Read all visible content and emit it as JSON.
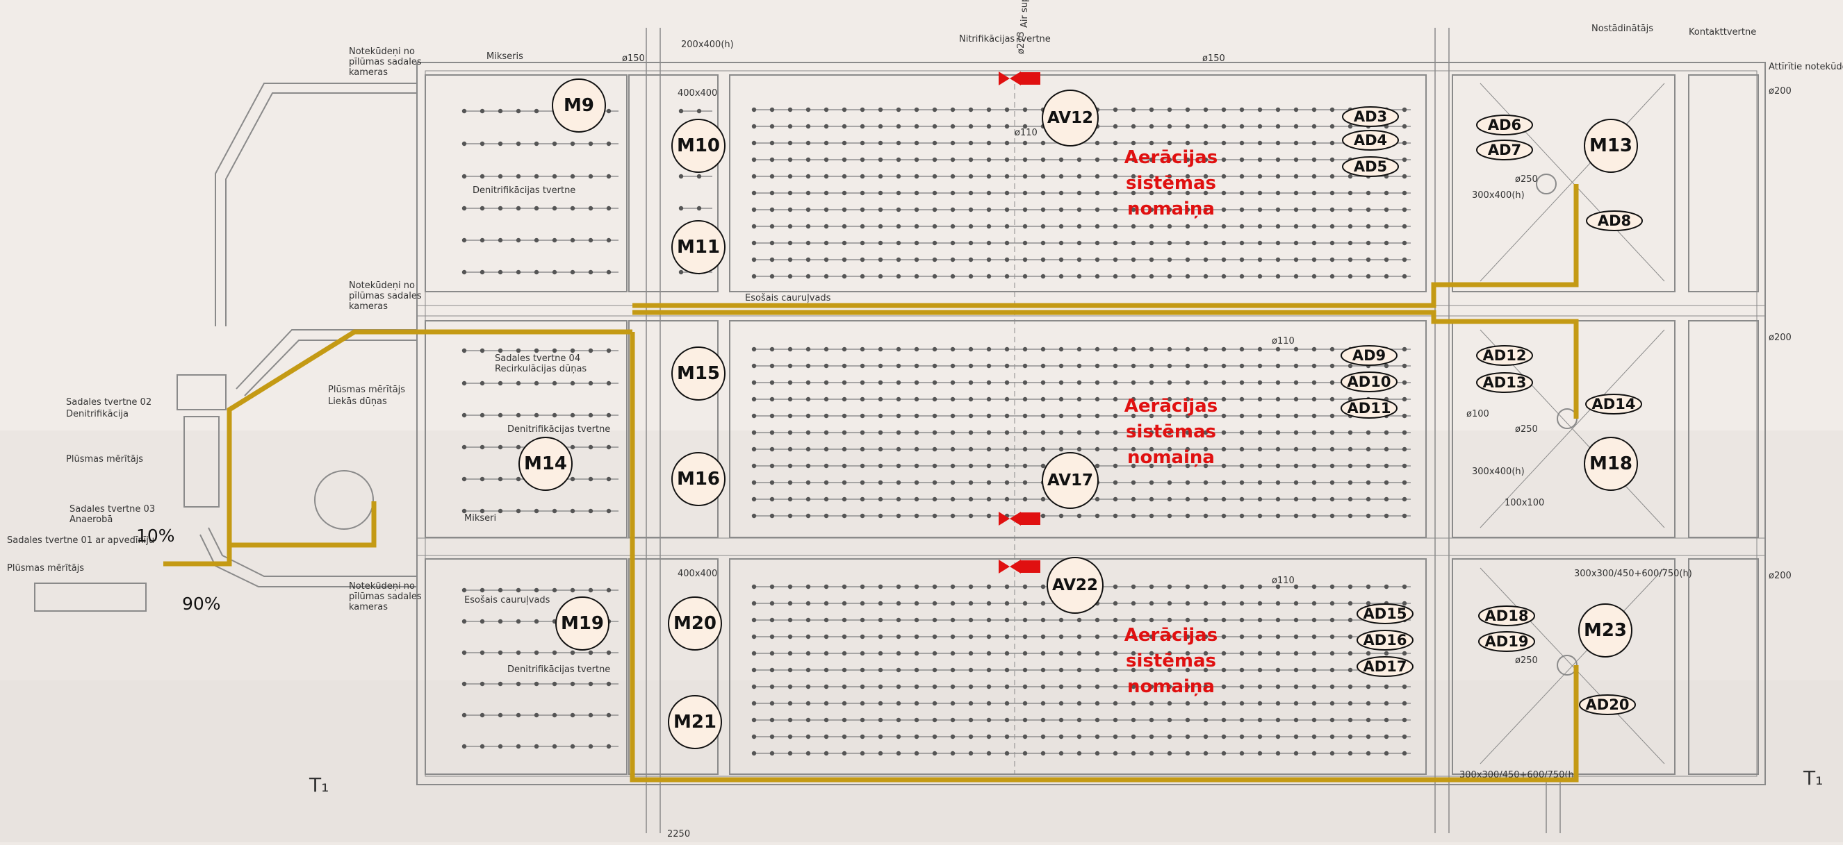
{
  "labels": {
    "noteka_1": "Notekūdeņi no",
    "noteka_2": "pīlūmas sadales",
    "noteka_3": "kameras",
    "mikseris": "Mikseris",
    "denitrifikacijas": "Denitrifikācijas tvertne",
    "nitrifikacijas": "Nitrifikācijas tvertne",
    "air_supply": "Air supply",
    "nostadinatajs": "Nostādinātājs",
    "kontakttvertne": "Kontakttvertne",
    "attiritie": "Attīrītie notekūdeņi",
    "sadales_02": "Sadales tvertne 02",
    "denitrifikacija": "Denitrifikācija",
    "plusmas_meritajs": "Plūsmas mērītājs",
    "sadales_03": "Sadales tvertne 03",
    "anaeroba": "Anaerobā",
    "sadales_01": "Sadales tvertne 01 ar apvedīnīju",
    "plusmas_meritajs_2": "Plūsmas mērītājs",
    "liekas_dunas": "Liekās dūņas",
    "sadales_04": "Sadales tvertne 04",
    "recirkulacijas": "Recirkulācijas dūņas",
    "esosais": "Esošais cauruļvads",
    "mikseri": "Mikseri",
    "d150": "ø150",
    "d110": "ø110",
    "d200": "ø200",
    "d250": "ø250",
    "d100": "ø100",
    "d273": "ø273",
    "dim_2250": "2250",
    "dim_400x400": "400x400",
    "dim_200x400": "200x400(h)",
    "dim_300x400": "300x400(h)",
    "dim_100x100": "100x100",
    "dim_tanks": "300x300/450+600/750(h)",
    "section_mark": "T₁"
  },
  "percents": {
    "p10": "10%",
    "p90": "90%"
  },
  "replacement_text": [
    "Aerācijas",
    "sistēmas",
    "nomaiņa"
  ],
  "mixers": [
    "M9",
    "M10",
    "M11",
    "M13",
    "M14",
    "M15",
    "M16",
    "M18",
    "M19",
    "M20",
    "M21",
    "M23"
  ],
  "valves": [
    "AV12",
    "AV17",
    "AV22"
  ],
  "diffusers": [
    "AD3",
    "AD4",
    "AD5",
    "AD6",
    "AD7",
    "AD8",
    "AD9",
    "AD10",
    "AD11",
    "AD12",
    "AD13",
    "AD14",
    "AD15",
    "AD16",
    "AD17",
    "AD18",
    "AD19",
    "AD20"
  ],
  "colors": {
    "pipe_gold": "#c49a14",
    "marker_red": "#e01010",
    "marker_fill": "#fcefe3",
    "line_gray": "#8a8a8a",
    "paper": "#efeae6"
  }
}
